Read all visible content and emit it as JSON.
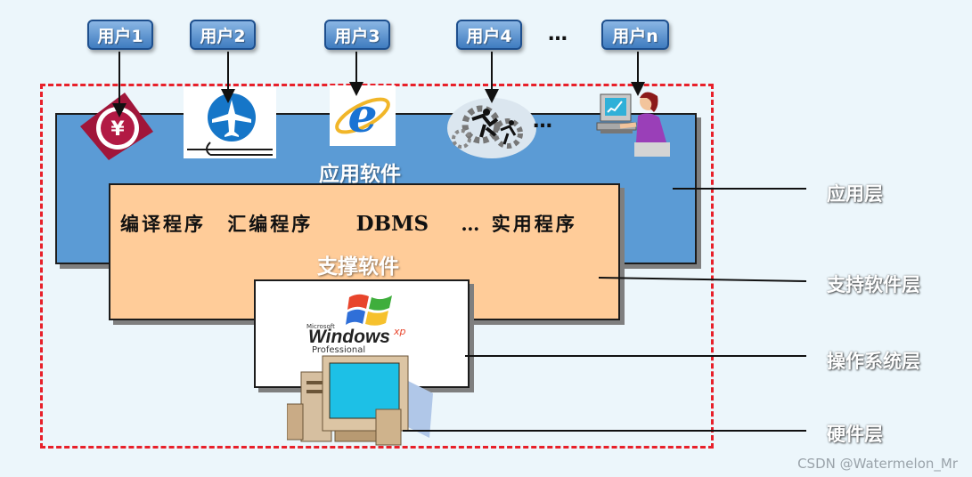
{
  "users": [
    {
      "label": "用户1"
    },
    {
      "label": "用户2"
    },
    {
      "label": "用户3"
    },
    {
      "label": "用户4"
    },
    {
      "label": "用户n"
    }
  ],
  "users_ellipsis": "…",
  "apps_ellipsis": "…",
  "layers": {
    "application": {
      "title": "应用软件"
    },
    "support": {
      "title": "支撑软件",
      "items": [
        "编译程序",
        "汇编程序",
        "DBMS",
        "… 实用程序"
      ]
    },
    "os": {
      "brand_small": "Microsoft",
      "brand": "Windows",
      "brand_sup": "xp",
      "edition": "Professional"
    }
  },
  "side_labels": [
    "应用层",
    "支持软件层",
    "操作系统层",
    "硬件层"
  ],
  "watermark": "CSDN @Watermelon_Mr",
  "colors": {
    "background": "#ecf6fb",
    "application_layer": "#5b9bd5",
    "support_layer": "#ffcc99",
    "os_layer": "#ffffff",
    "dashed_border": "#e8202a",
    "user_box": "#4a86c8"
  },
  "icons": [
    "yen-coin-icon",
    "airplane-icon",
    "ie-browser-icon",
    "gears-people-icon",
    "computer-user-icon",
    "windows-flag-icon",
    "desktop-computer-icon"
  ]
}
